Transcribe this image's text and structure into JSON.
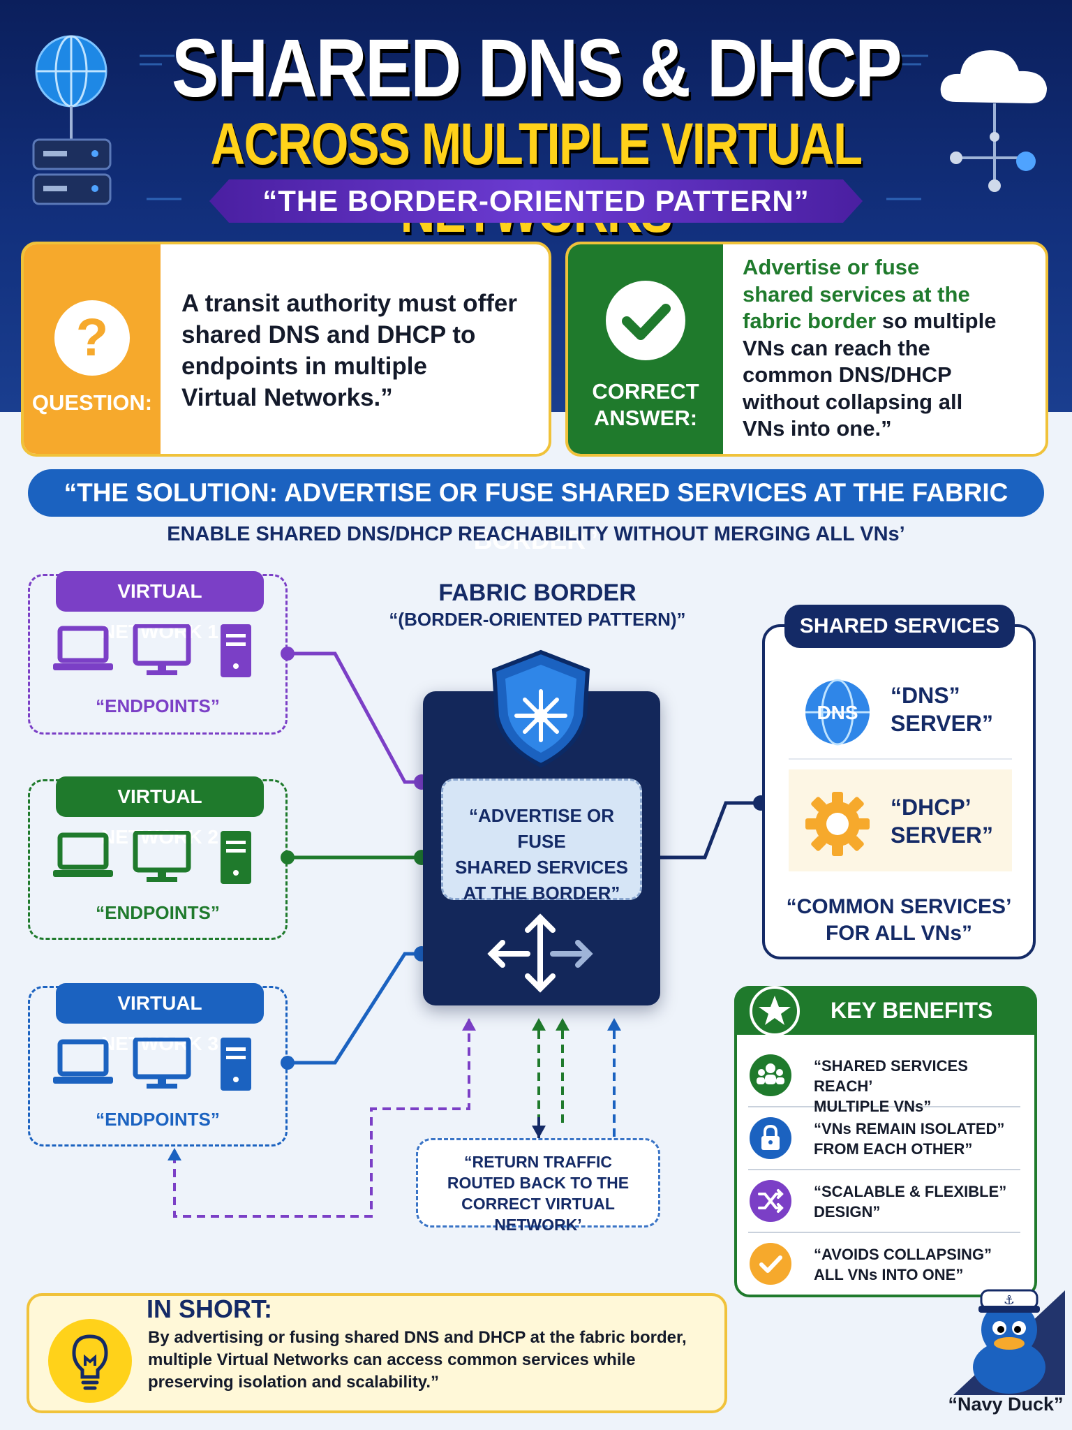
{
  "header": {
    "title": "SHARED DNS & DHCP",
    "subtitle": "ACROSS MULTIPLE VIRTUAL NETWORKS",
    "ribbon": "“THE BORDER-ORIENTED PATTERN”"
  },
  "question_card": {
    "label": "QUESTION:",
    "text_lines": [
      "A transit authority must offer",
      "shared DNS and DHCP to",
      "endpoints in multiple",
      "Virtual Networks.”"
    ]
  },
  "answer_card": {
    "label_lines": [
      "CORRECT",
      "ANSWER:"
    ],
    "green_lines": [
      "Advertise or fuse",
      "shared services at the",
      "fabric border"
    ],
    "green_tail": " so multiple",
    "black_lines": [
      "VNs can reach the",
      "common DNS/DHCP",
      "without collapsing all",
      "VNs into one.”"
    ]
  },
  "solution": {
    "banner": "“THE SOLUTION: ADVERTISE OR FUSE SHARED SERVICES AT THE FABRIC BORDER”",
    "subline": "ENABLE SHARED DNS/DHCP REACHABILITY WITHOUT MERGING ALL VNs’"
  },
  "virtual_networks": [
    {
      "label": "VIRTUAL NETWORK 1",
      "endpoints": "“ENDPOINTS”",
      "color": "#7b3fc6"
    },
    {
      "label": "VIRTUAL NETWORK 2",
      "endpoints": "“ENDPOINTS”",
      "color": "#1f7a2c"
    },
    {
      "label": "VIRTUAL NETWORK 3",
      "endpoints": "“ENDPOINTS”",
      "color": "#1b62c0"
    }
  ],
  "fabric_border": {
    "title": "FABRIC BORDER",
    "subtitle": "“(BORDER-ORIENTED PATTERN)”",
    "advert_lines": [
      "“ADVERTISE OR FUSE",
      "SHARED SERVICES",
      "AT THE BORDER”"
    ]
  },
  "shared_services": {
    "title": "SHARED SERVICES",
    "dns": {
      "badge": "DNS",
      "lines": [
        "“DNS”",
        "SERVER”"
      ]
    },
    "dhcp": {
      "lines": [
        "“DHCP’",
        "SERVER”"
      ]
    },
    "common_lines": [
      "“COMMON SERVICES’",
      "FOR ALL VNs”"
    ]
  },
  "key_benefits": {
    "title": "KEY BENEFITS",
    "items": [
      {
        "lines": [
          "“SHARED SERVICES REACH’",
          "MULTIPLE VNs”"
        ],
        "icon": "people-icon",
        "color": "#1f7a2c"
      },
      {
        "lines": [
          "“VNs REMAIN ISOLATED”",
          "FROM EACH OTHER”"
        ],
        "icon": "lock-icon",
        "color": "#1b62c0"
      },
      {
        "lines": [
          "“SCALABLE & FLEXIBLE”",
          "DESIGN”"
        ],
        "icon": "shuffle-icon",
        "color": "#7b3fc6"
      },
      {
        "lines": [
          "“AVOIDS COLLAPSING”",
          "ALL VNs INTO ONE”"
        ],
        "icon": "check-icon",
        "color": "#f6a92c"
      }
    ]
  },
  "return_traffic": {
    "lines": [
      "“RETURN TRAFFIC",
      "ROUTED BACK TO THE",
      "CORRECT VIRTUAL NETWORK’"
    ]
  },
  "in_short": {
    "title": "IN SHORT:",
    "lines": [
      "By advertising or fusing shared DNS and DHCP at the fabric border,",
      "multiple Virtual Networks can access common services while",
      "preserving isolation and scalability.”"
    ]
  },
  "mascot": {
    "label": "“Navy Duck”"
  }
}
